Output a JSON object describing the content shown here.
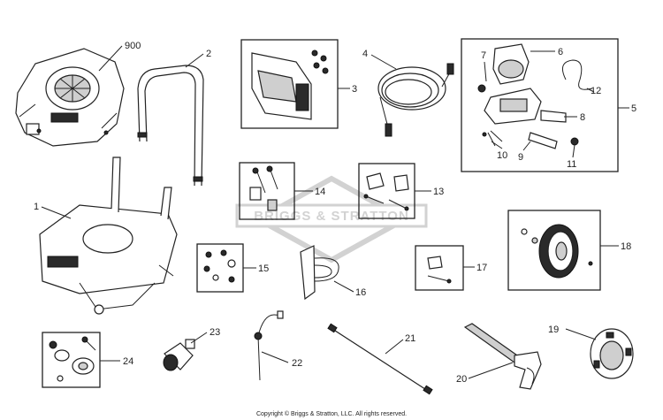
{
  "labels": {
    "p1": "1",
    "p2": "2",
    "p3": "3",
    "p4": "4",
    "p5": "5",
    "p6": "6",
    "p7": "7",
    "p8": "8",
    "p9": "9",
    "p10": "10",
    "p11": "11",
    "p12": "12",
    "p13": "13",
    "p14": "14",
    "p15": "15",
    "p16": "16",
    "p17": "17",
    "p18": "18",
    "p19": "19",
    "p20": "20",
    "p21": "21",
    "p22": "22",
    "p23": "23",
    "p24": "24",
    "p900": "900"
  },
  "watermark": "BRIGGS & STRATTON",
  "copyright": "Copyright © Briggs & Stratton, LLC. All rights reserved.",
  "colors": {
    "line": "#222222",
    "watermark": "#d2d2d2",
    "background": "#ffffff"
  }
}
